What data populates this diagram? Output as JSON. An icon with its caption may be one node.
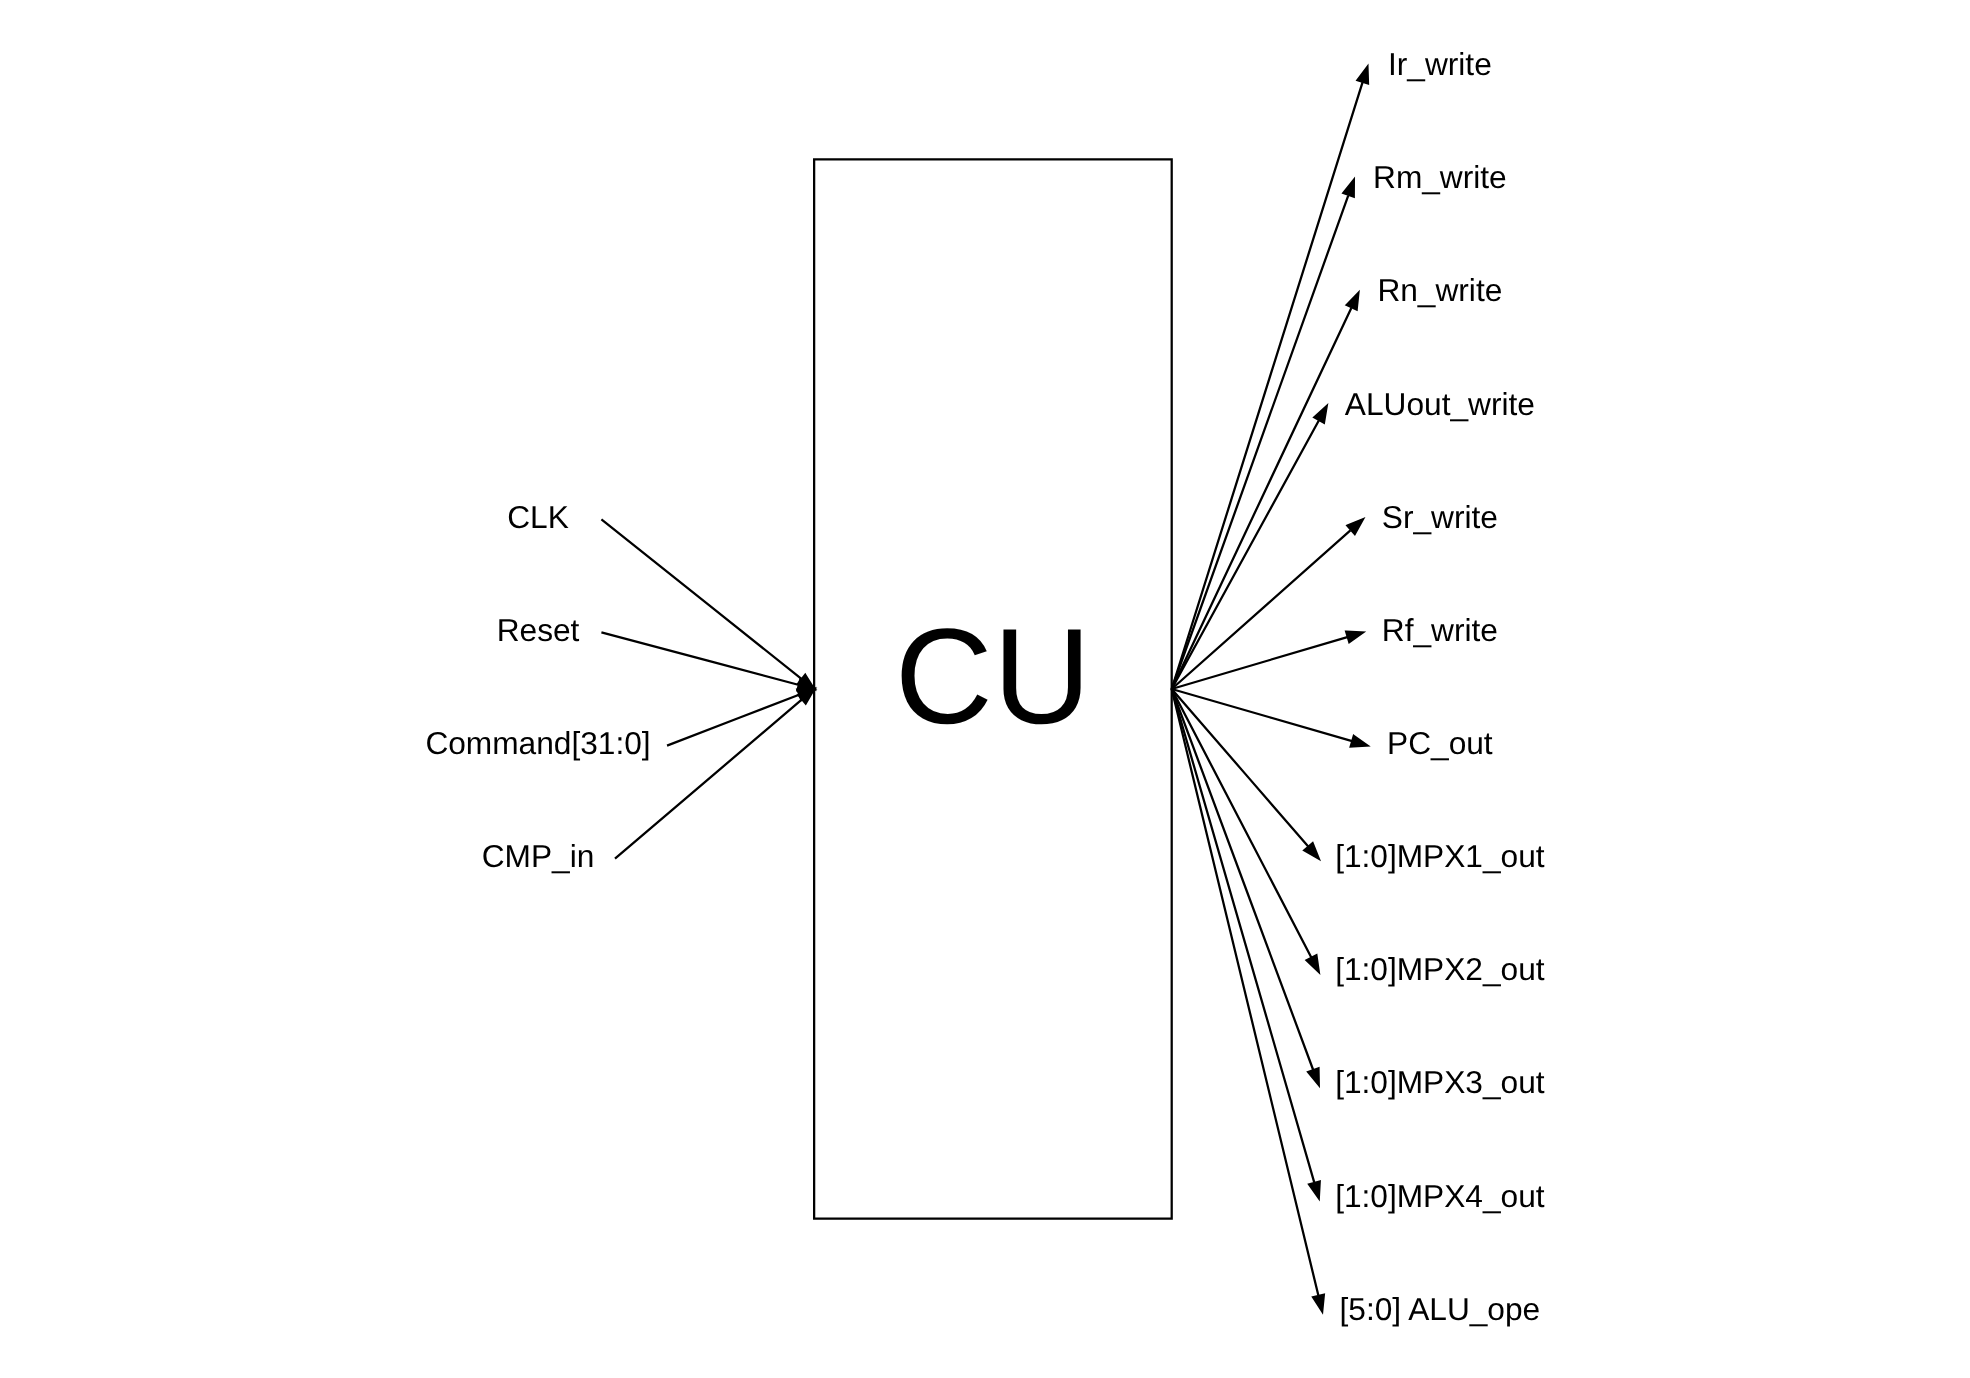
{
  "diagram": {
    "nodes": [
      {
        "text": [
          "CLK"
        ]
      },
      {
        "text": [
          "Reset"
        ]
      },
      {
        "text": [
          "Command[31:0]"
        ]
      },
      {
        "text": [
          "CMP_in"
        ]
      },
      {
        "text": [
          "CU"
        ]
      },
      {
        "text": [
          "Ir_write"
        ]
      },
      {
        "text": [
          "Rm_write"
        ]
      },
      {
        "text": [
          "Rn_write"
        ]
      },
      {
        "text": [
          "ALUout_write"
        ]
      },
      {
        "text": [
          "Sr_write"
        ]
      },
      {
        "text": [
          "Rf_write"
        ]
      },
      {
        "text": [
          "PC_out"
        ]
      },
      {
        "text": [
          "[1:0]MPX1_out"
        ]
      },
      {
        "text": [
          "[1:0]MPX2_out"
        ]
      },
      {
        "text": [
          "[1:0]MPX3_out"
        ]
      },
      {
        "text": [
          "[1:0]MPX4_out"
        ]
      },
      {
        "text": [
          "[5:0] ALU_ope"
        ]
      }
    ],
    "edges": [
      {
        "from": 0,
        "to": 4,
        "arrow": "to"
      },
      {
        "from": 1,
        "to": 4,
        "arrow": "to"
      },
      {
        "from": 2,
        "to": 4,
        "arrow": "to"
      },
      {
        "from": 3,
        "to": 4,
        "arrow": "to"
      },
      {
        "from": 4,
        "to": 5,
        "arrow": "to"
      },
      {
        "from": 4,
        "to": 6,
        "arrow": "to"
      },
      {
        "from": 4,
        "to": 7,
        "arrow": "to"
      },
      {
        "from": 4,
        "to": 8,
        "arrow": "to"
      },
      {
        "from": 4,
        "to": 9,
        "arrow": "to"
      },
      {
        "from": 4,
        "to": 10,
        "arrow": "to"
      },
      {
        "from": 4,
        "to": 11,
        "arrow": "to"
      },
      {
        "from": 4,
        "to": 12,
        "arrow": "to"
      },
      {
        "from": 4,
        "to": 13,
        "arrow": "to"
      },
      {
        "from": 4,
        "to": 14,
        "arrow": "to"
      },
      {
        "from": 4,
        "to": 15,
        "arrow": "to"
      },
      {
        "from": 4,
        "to": 16,
        "arrow": "to"
      }
    ]
  }
}
